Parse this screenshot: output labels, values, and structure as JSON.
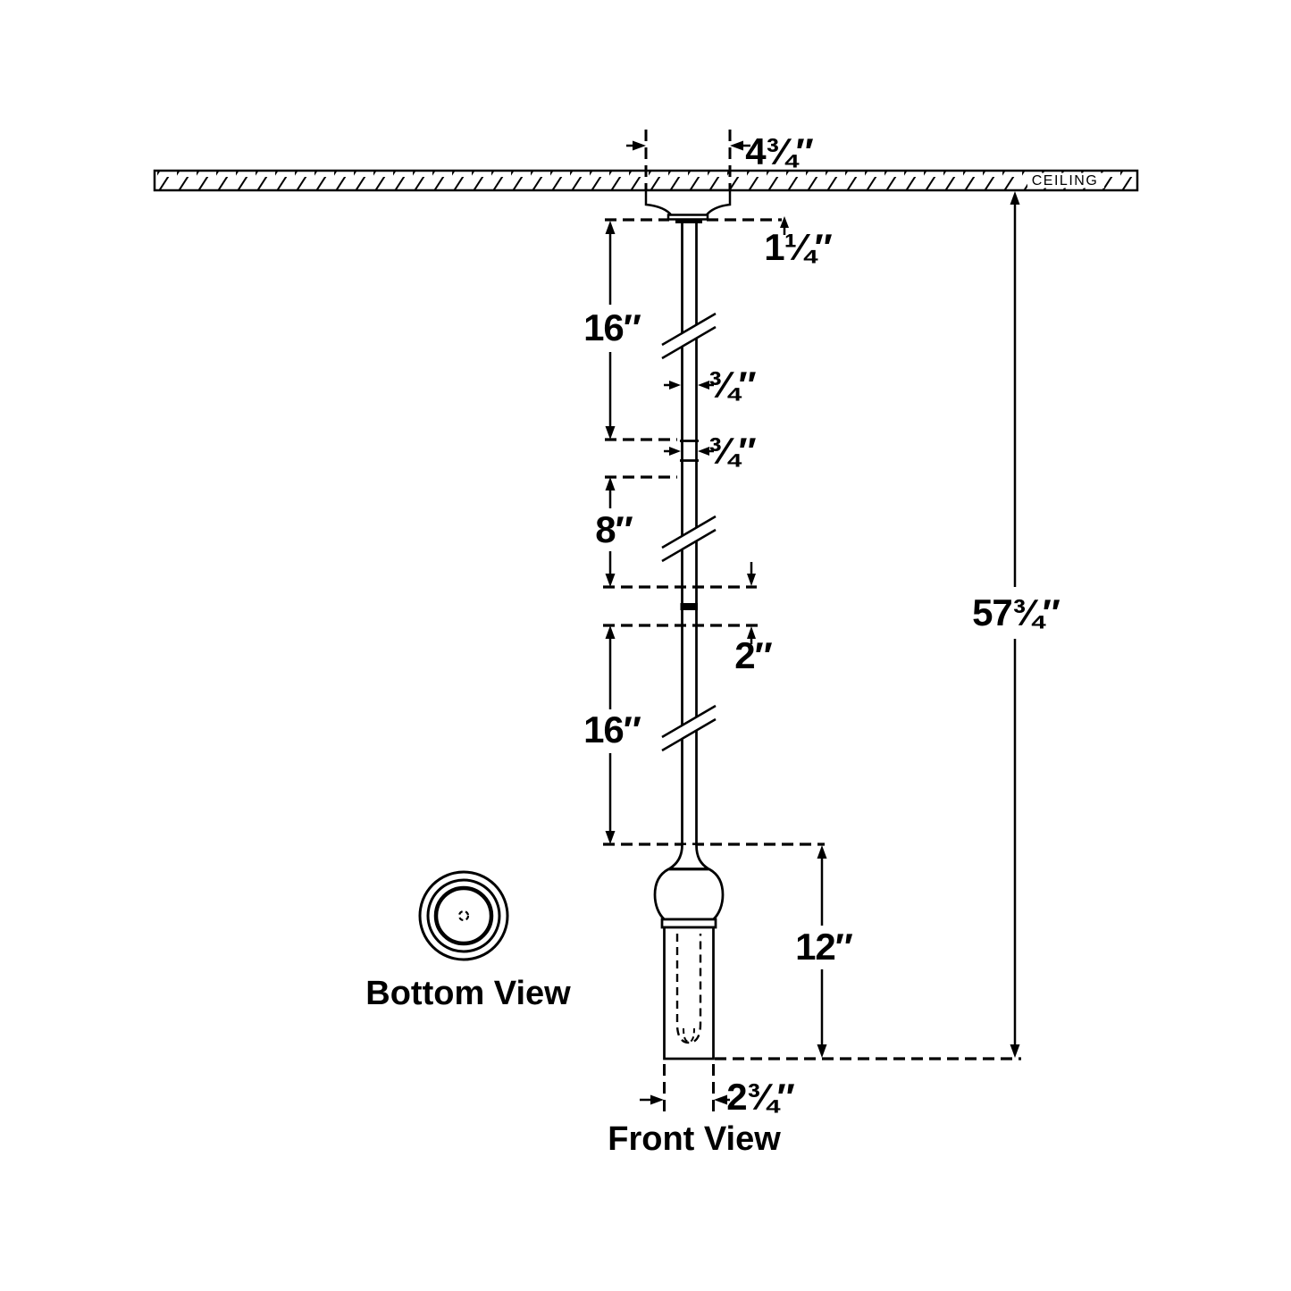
{
  "colors": {
    "ink": "#000000",
    "background": "#ffffff"
  },
  "ceiling": {
    "label": "CEILING"
  },
  "views": {
    "front": "Front View",
    "bottom": "Bottom View"
  },
  "dimensions": {
    "canopy_width": "4¾″",
    "canopy_height": "1¼″",
    "stem_upper_length": "16″",
    "stem_diameter": "¾″",
    "coupler_length": "¾″",
    "stem_middle_length": "8″",
    "connector_length": "2″",
    "stem_lower_length": "16″",
    "overall_drop": "57¾″",
    "shade_height": "12″",
    "shade_diameter": "2¾″"
  }
}
